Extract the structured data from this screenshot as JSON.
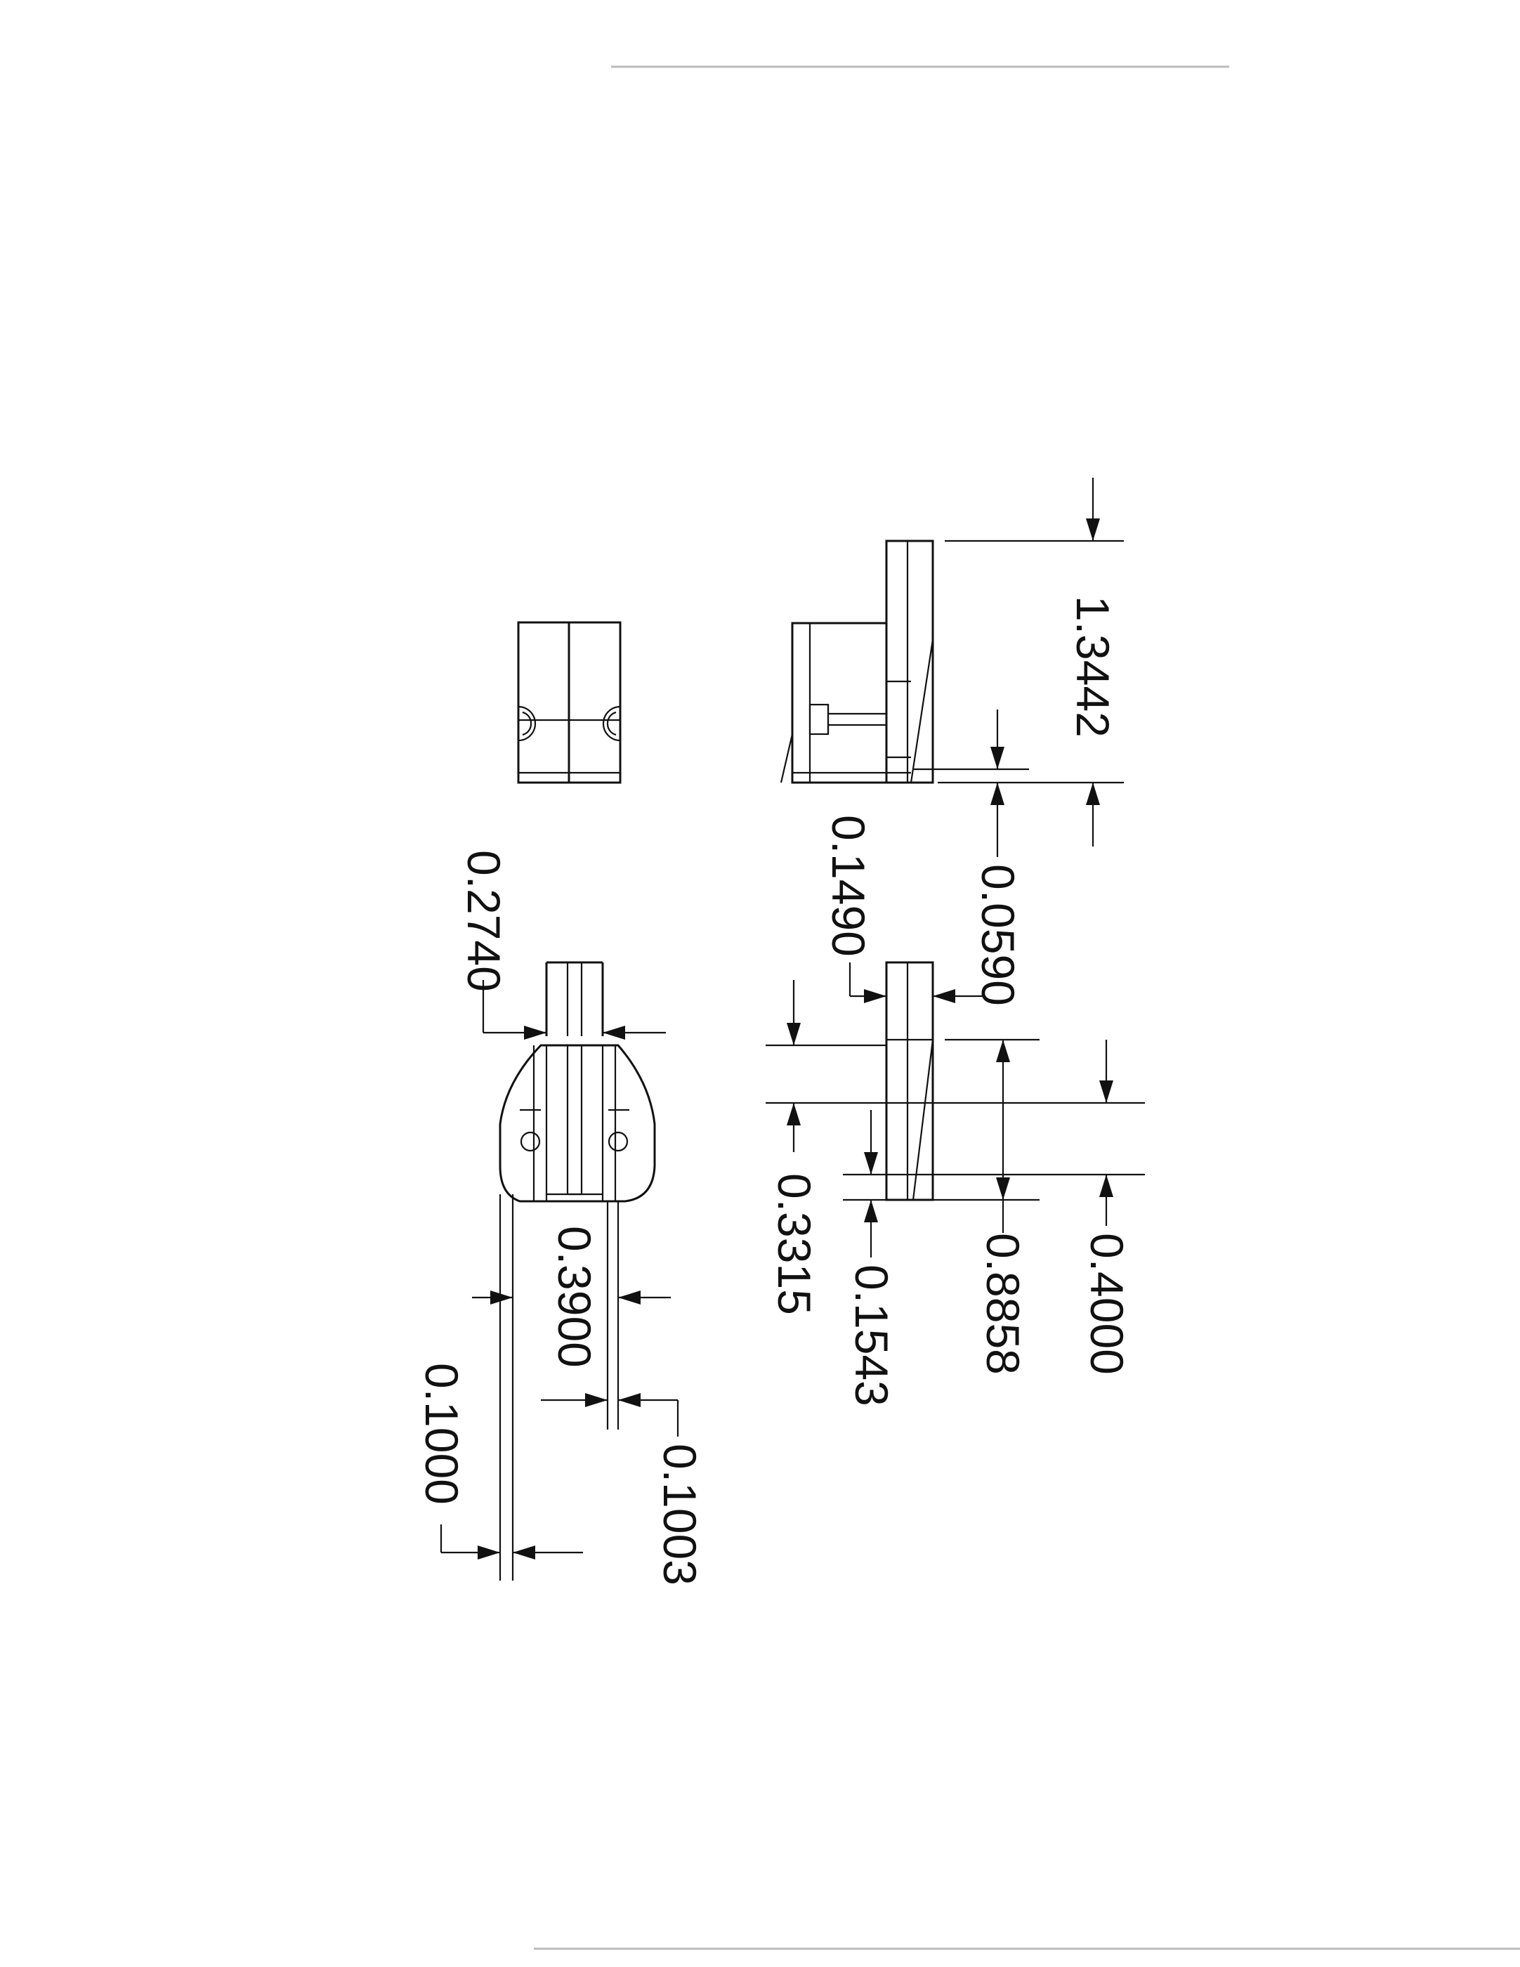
{
  "drawing": {
    "dimensions": {
      "overall_height": "1.3442",
      "tab_offset": "0.0590",
      "lip_depth": "0.1490",
      "bevel_length": "0.4000",
      "side_height": "0.8858",
      "tip_thickness": "0.1543",
      "top_offset": "0.3315",
      "throat_width": "0.2740",
      "base_width": "0.3900",
      "right_flange": "0.1003",
      "left_flange": "0.1000"
    }
  }
}
